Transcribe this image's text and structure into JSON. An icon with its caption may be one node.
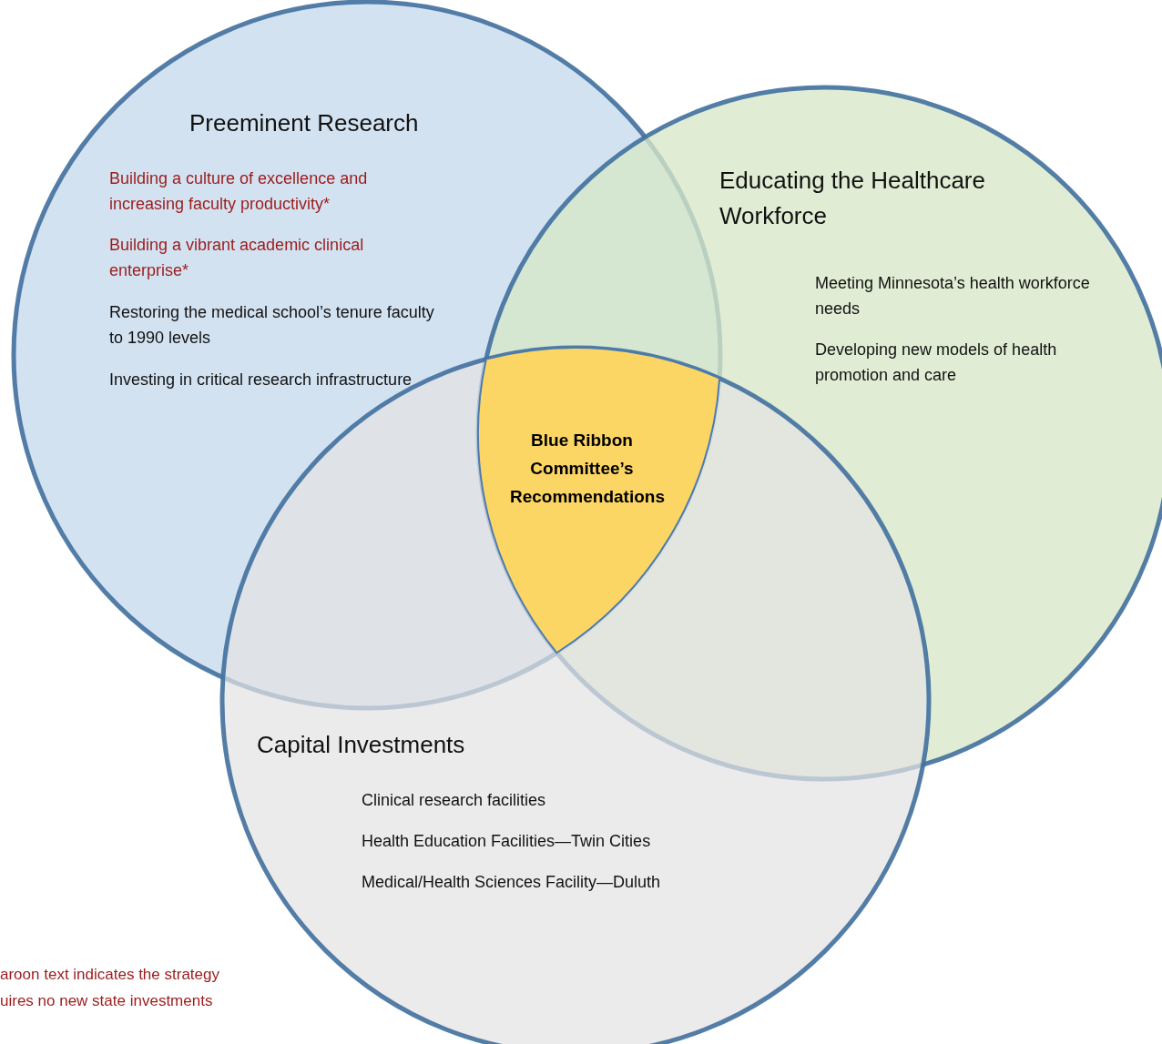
{
  "diagram": {
    "nodes": [
      {
        "text": [
          "Preeminent Research",
          "Building a culture of excellence and increasing faculty productivity*",
          "Building a vibrant academic clinical enterprise*",
          "Restoring the medical school’s tenure faculty to 1990 levels",
          "Investing in critical research infrastructure"
        ]
      },
      {
        "text": [
          "Educating the Healthcare Workforce",
          "Meeting Minnesota’s health workforce needs",
          "Developing new models of health promotion and care"
        ]
      },
      {
        "text": [
          "Capital Investments",
          "Clinical research facilities",
          "Health Education Facilities—Twin Cities",
          "Medical/Health Sciences Facility—Duluth"
        ]
      },
      {
        "text": [
          "Blue Ribbon Committee’s Recommendations"
        ]
      }
    ],
    "labels": [
      "aroon text indicates the strategy uires no new state investments"
    ]
  }
}
